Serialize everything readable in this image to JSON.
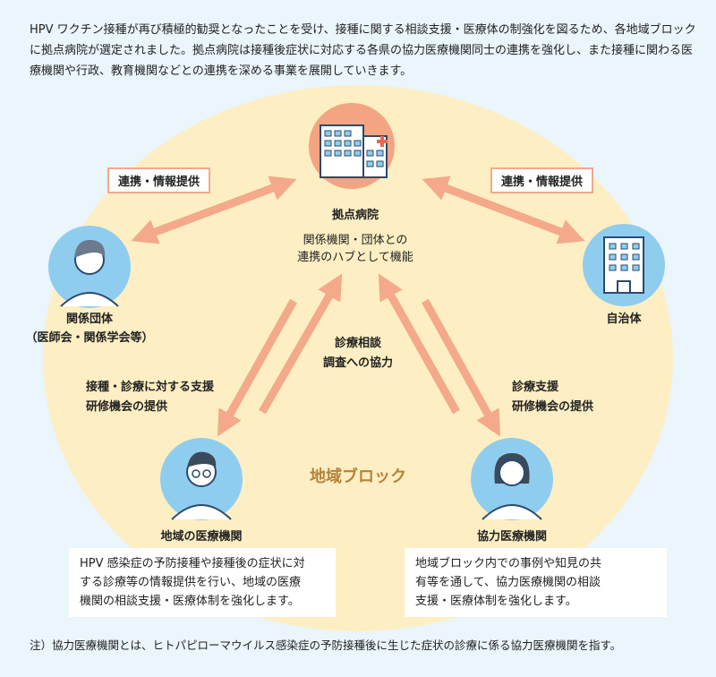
{
  "intro": "HPV ワクチン接種が再び積極的勧奨となったことを受け、接種に関する相談支援・医療体の制強化を図るため、各地域ブロックに拠点病院が選定されました。拠点病院は接種後症状に対応する各県の協力医療機関同士の連携を強化し、また接種に関わる医療機関や行政、教育機関などとの連携を深める事業を展開していきます。",
  "colors": {
    "background": "#eaf5fc",
    "region": "#fdefc3",
    "arrow": "#f3a98a",
    "hospital": "#f3a482",
    "person": "#8fcdef",
    "region_label": "#b5823a"
  },
  "hub": {
    "title": "拠点病院",
    "desc_lines": [
      "関係機関・団体との",
      "連携のハブとして機能"
    ]
  },
  "tags": {
    "left": "連携・情報提供",
    "right": "連携・情報提供"
  },
  "nodes": {
    "assoc": {
      "title": "関係団体",
      "sub": "（医師会・関係学会等）"
    },
    "gov": {
      "title": "自治体"
    },
    "local": {
      "title": "地域の医療機関",
      "desc_lines": [
        "HPV 感染症の予防接種や接種後の症状に対",
        "する診療等の情報提供を行い、地域の医療",
        "機関の相談支援・医療体制を強化します。"
      ]
    },
    "coop": {
      "title": "協力医療機関",
      "desc_lines": [
        "地域ブロック内での事例や知見の共",
        "有等を通して、協力医療機関の相談",
        "支援・医療体制を強化します。"
      ]
    }
  },
  "flows": {
    "center": [
      "診療相談",
      "調査への協力"
    ],
    "left": [
      "接種・診療に対する支援",
      "研修機会の提供"
    ],
    "right": [
      "診療支援",
      "研修機会の提供"
    ]
  },
  "region_label": "地域ブロック",
  "note": "注）協力医療機関とは、ヒトパピローマウイルス感染症の予防接種後に生じた症状の診療に係る協力医療機関を指す。"
}
